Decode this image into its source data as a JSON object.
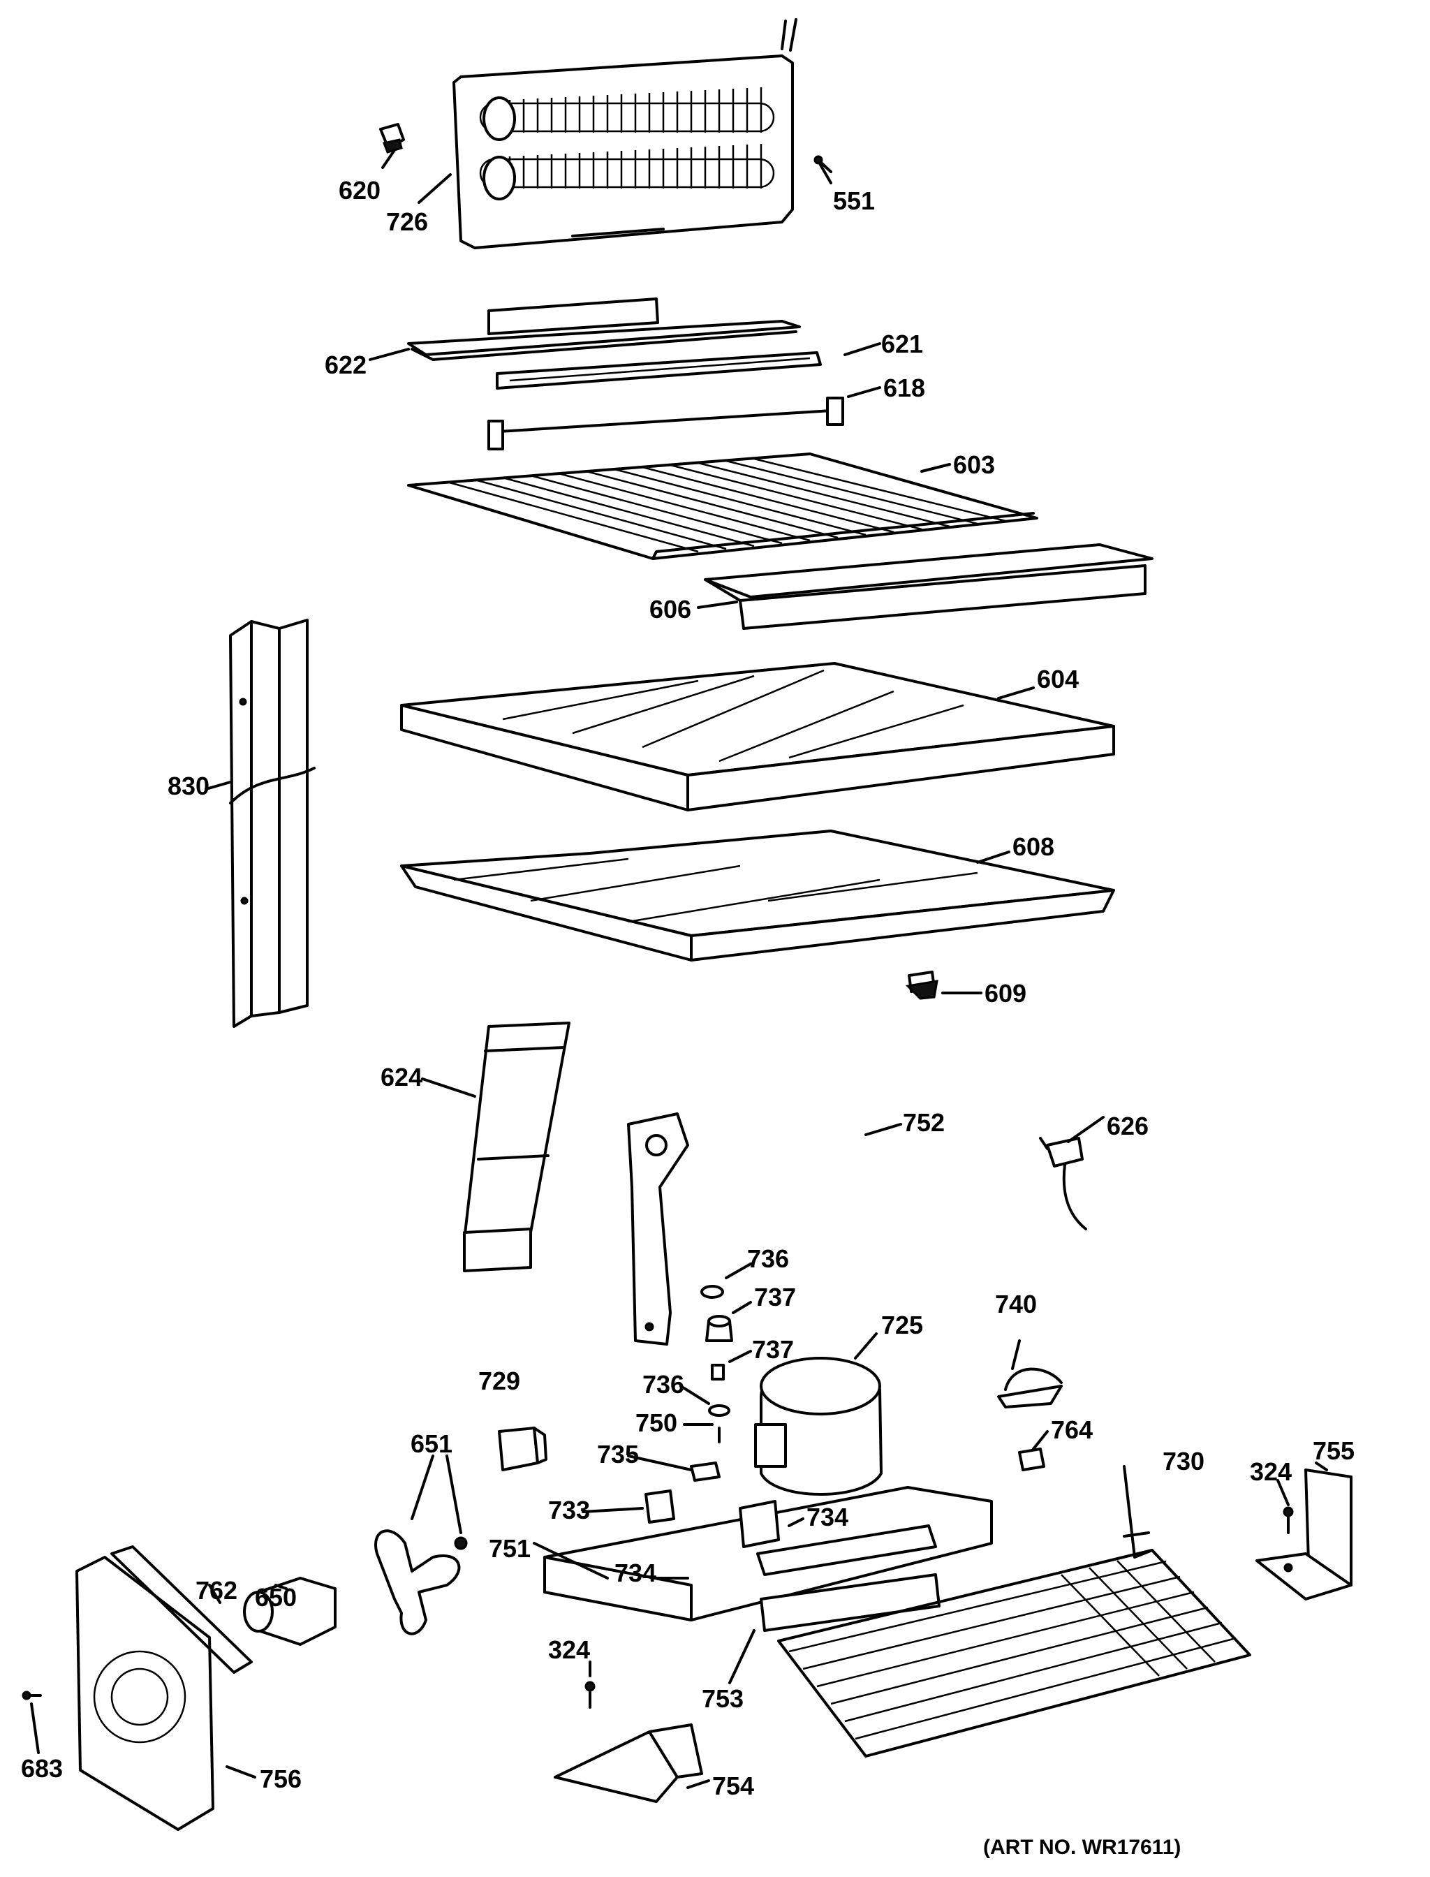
{
  "diagram": {
    "art_number": "(ART NO. WR17611)",
    "part_labels": {
      "p620": "620",
      "p726": "726",
      "p551": "551",
      "p622": "622",
      "p621": "621",
      "p618": "618",
      "p603": "603",
      "p606": "606",
      "p604": "604",
      "p830": "830",
      "p608": "608",
      "p609": "609",
      "p624": "624",
      "p752": "752",
      "p626": "626",
      "p736a": "736",
      "p737a": "737",
      "p737b": "737",
      "p725": "725",
      "p740": "740",
      "p729": "729",
      "p736b": "736",
      "p750": "750",
      "p764": "764",
      "p735": "735",
      "p730": "730",
      "p324a": "324",
      "p755": "755",
      "p733": "733",
      "p734a": "734",
      "p651": "651",
      "p751": "751",
      "p734b": "734",
      "p762": "762",
      "p650": "650",
      "p753": "753",
      "p324b": "324",
      "p756": "756",
      "p754": "754",
      "p683": "683"
    }
  }
}
